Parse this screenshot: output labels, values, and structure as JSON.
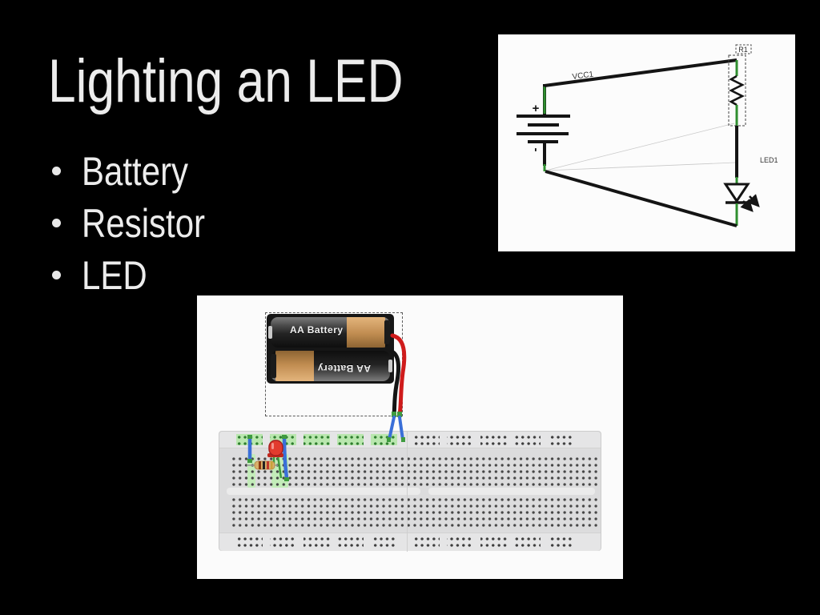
{
  "slide": {
    "title": "Lighting an LED",
    "bullet_char": "•",
    "bullets": [
      "Battery",
      "Resistor",
      "LED"
    ],
    "colors": {
      "background": "#000000",
      "text": "#ececec",
      "schematic_wire": "#141414",
      "schematic_node_green": "#2f8f2f",
      "breadboard_gray": "#dcdcdd",
      "highlight_green": "#b9e7ae",
      "wire_red": "#cf1b1b",
      "wire_black": "#141414",
      "wire_blue": "#3a6fd8",
      "led_red": "#e23b2e",
      "resistor_tan": "#d9b06b",
      "battery_tan": "#c9995f"
    }
  },
  "schematic": {
    "labels": {
      "source": "VCC1",
      "resistor": "R1",
      "led": "LED1",
      "plus": "+",
      "minus": "-"
    }
  },
  "breadboard_figure": {
    "battery_label_top": "AA Battery",
    "battery_label_bottom": "AA Battery"
  }
}
